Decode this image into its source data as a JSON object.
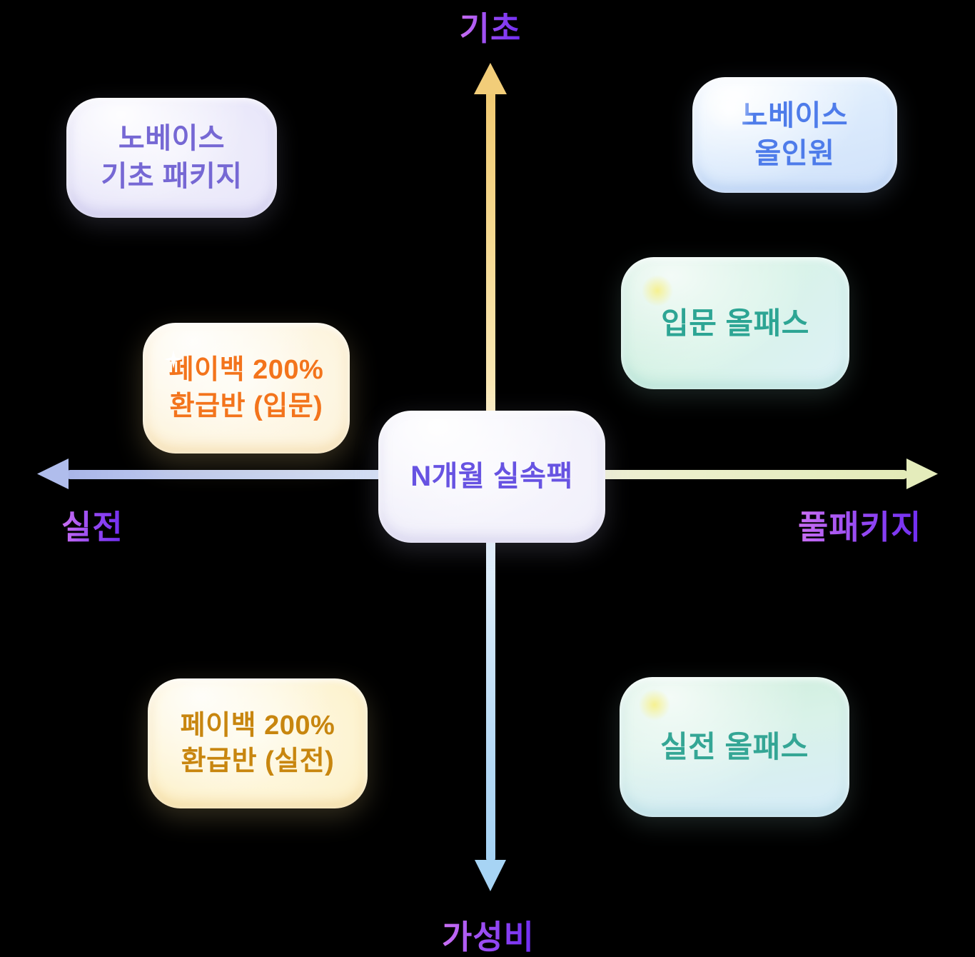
{
  "figure": {
    "type": "quadrant-positioning-diagram",
    "background": "#000000"
  },
  "axes": {
    "vertical": {
      "top_label": "기초",
      "bottom_label": "가성비"
    },
    "horizontal": {
      "left_label": "실전",
      "right_label": "풀패키지"
    }
  },
  "cards": [
    {
      "name": "novice-basic-package",
      "quadrant": "top-left",
      "lines": [
        "노베이스",
        "기초 패키지"
      ],
      "text_color": "#7668d4",
      "bg": "lavender"
    },
    {
      "name": "novice-all-in-one",
      "quadrant": "top-right",
      "lines": [
        "노베이스",
        "올인원"
      ],
      "text_color": "#4e7cea",
      "bg": "light-blue"
    },
    {
      "name": "intro-all-pass",
      "quadrant": "right-upper",
      "lines": [
        "입문 올패스"
      ],
      "text_color": "#2da594",
      "bg": "mint"
    },
    {
      "name": "payback-200-refund-intro",
      "quadrant": "left-middle",
      "lines": [
        "페이백 200%",
        "환급반 (입문)"
      ],
      "text_color": "#f3741c",
      "bg": "cream"
    },
    {
      "name": "n-month-value-pack",
      "quadrant": "center",
      "lines": [
        "N개월 실속팩"
      ],
      "text_color": "#6753e2",
      "bg": "white-lavender"
    },
    {
      "name": "payback-200-refund-practical",
      "quadrant": "bottom-left",
      "lines": [
        "페이백 200%",
        "환급반 (실전)"
      ],
      "text_color": "#c8860f",
      "bg": "light-yellow"
    },
    {
      "name": "practical-all-pass",
      "quadrant": "bottom-right",
      "lines": [
        "실전 올패스"
      ],
      "text_color": "#34a695",
      "bg": "mint-blue"
    }
  ],
  "palette": {
    "axis_label_gradient": [
      "#cb70f3",
      "#6e2cf2"
    ],
    "axis_arrow_up": "#f2cd79",
    "axis_arrow_down": "#a7d4f4",
    "axis_arrow_left": "#b0bdec",
    "axis_arrow_right": "#e4ecbb"
  }
}
